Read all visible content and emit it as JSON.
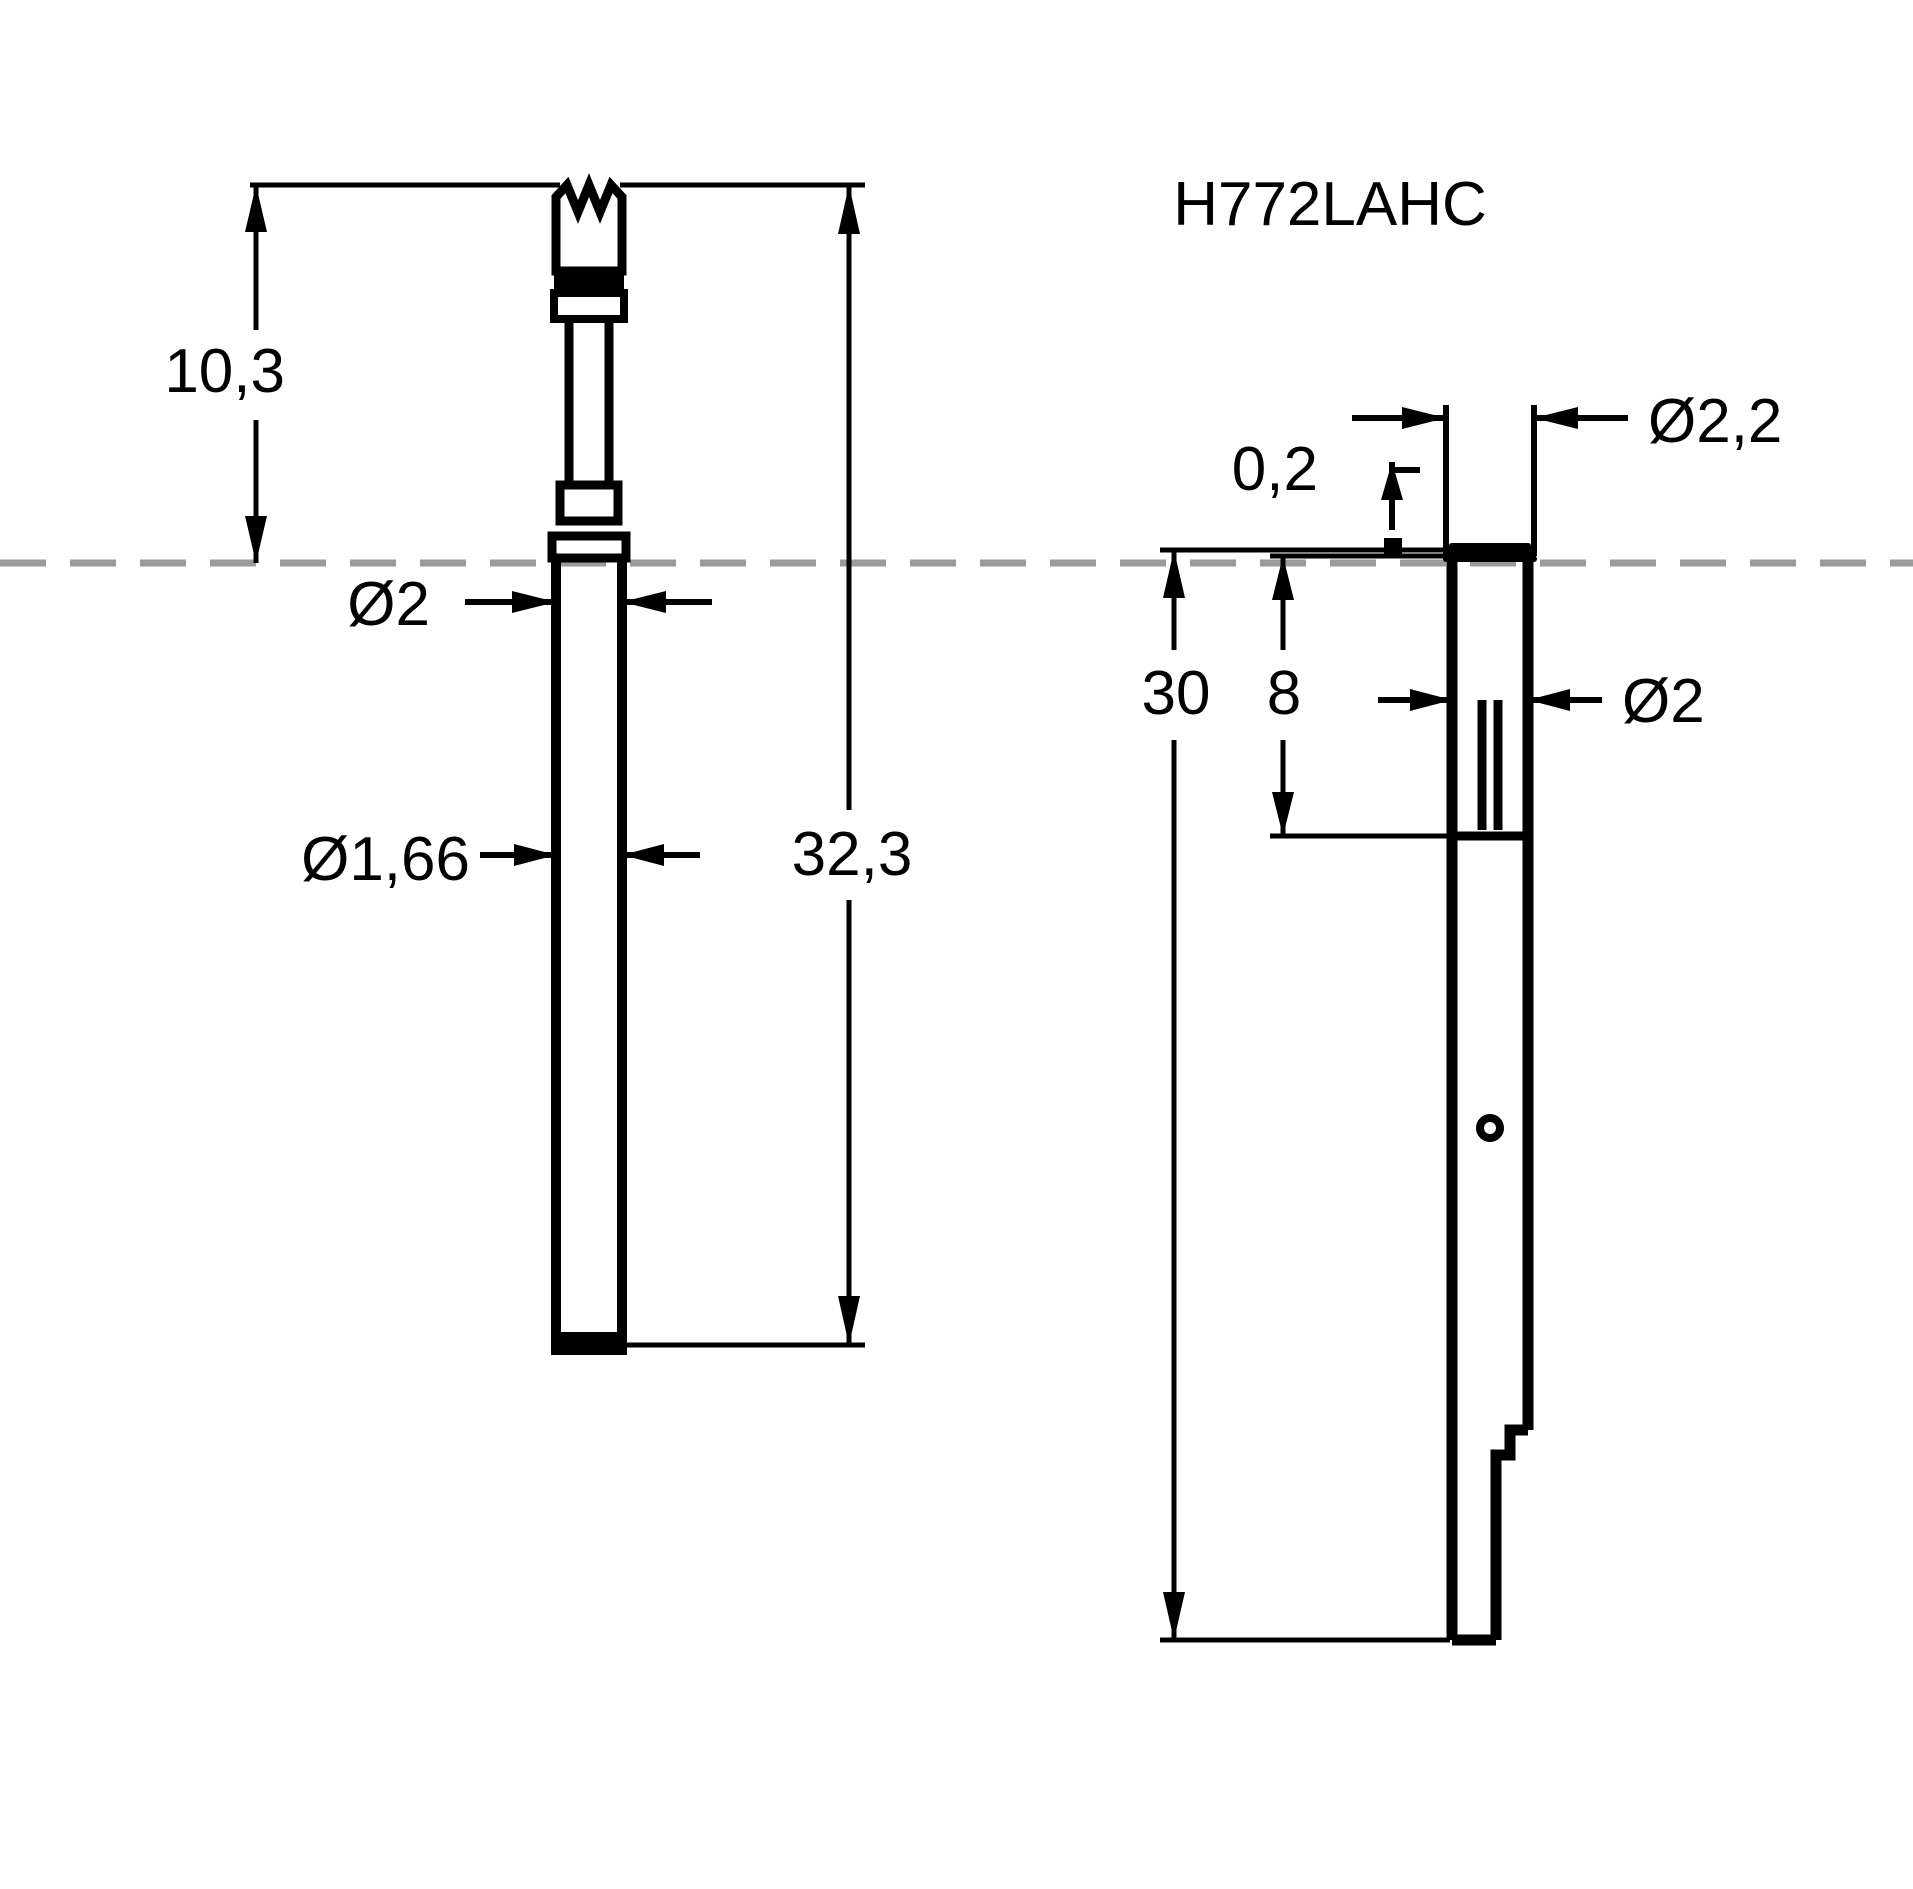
{
  "drawing": {
    "title": "H772LAHC",
    "part_type": "spring-loaded test probe",
    "units_note": "",
    "background_color": "#ffffff",
    "line_color": "#000000",
    "centerline_color": "#9a9a9a"
  },
  "views": [
    {
      "name": "probe-plunger-view",
      "label": "left-view",
      "description": "Spring probe plunger with crown tip and barrel"
    },
    {
      "name": "receptacle-view",
      "label": "right-view",
      "description": "Receptacle sleeve with slot and tail"
    }
  ],
  "dimensions": {
    "left_view": [
      {
        "id": "dim-10-3",
        "value": "10,3",
        "orientation": "vertical",
        "description": "tip to seating plane length"
      },
      {
        "id": "dim-dia-2",
        "value": "Ø2",
        "orientation": "horizontal",
        "description": "plunger head diameter"
      },
      {
        "id": "dim-dia-1-66",
        "value": "Ø1,66",
        "orientation": "horizontal",
        "description": "barrel diameter"
      },
      {
        "id": "dim-32-3",
        "value": "32,3",
        "orientation": "vertical",
        "description": "overall probe length"
      }
    ],
    "right_view": [
      {
        "id": "dim-dia-2-2",
        "value": "Ø2,2",
        "orientation": "horizontal",
        "description": "receptacle flange diameter"
      },
      {
        "id": "dim-0-2",
        "value": "0,2",
        "orientation": "vertical",
        "description": "flange thickness"
      },
      {
        "id": "dim-30",
        "value": "30",
        "orientation": "vertical",
        "description": "overall receptacle length"
      },
      {
        "id": "dim-8",
        "value": "8",
        "orientation": "vertical",
        "description": "slot length from top"
      },
      {
        "id": "dim-dia-2-right",
        "value": "Ø2",
        "orientation": "horizontal",
        "description": "receptacle body diameter"
      }
    ]
  }
}
